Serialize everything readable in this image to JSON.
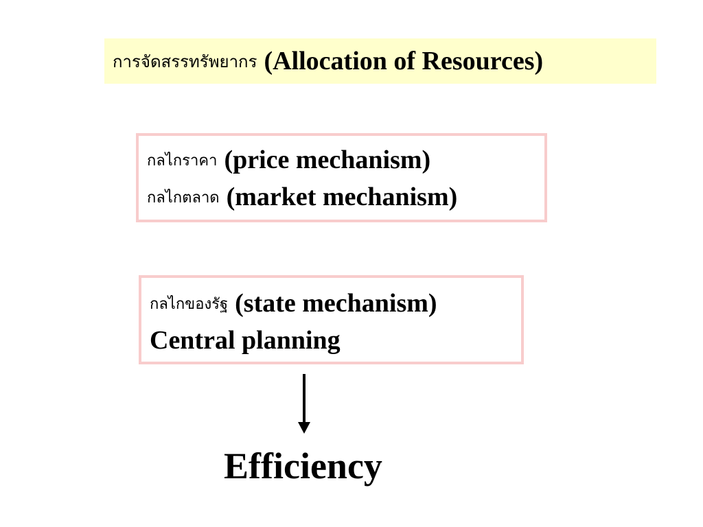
{
  "title": {
    "thai": "การจัดสรรทรัพยากร",
    "english": "(Allocation of Resources)"
  },
  "market_box": {
    "line1_thai": "กลไกราคา",
    "line1_english": "(price mechanism)",
    "line2_thai": "กลไกตลาด",
    "line2_english": "(market mechanism)"
  },
  "state_box": {
    "line1_thai": "กลไกของรัฐ",
    "line1_english": "(state mechanism)",
    "line2_english": "Central planning"
  },
  "result": {
    "label": "Efficiency"
  },
  "colors": {
    "title_background": "#ffffcc",
    "box_border": "#f8cccc",
    "arrow": "#000000"
  },
  "icons": {
    "arrow": "down-arrow-icon"
  }
}
